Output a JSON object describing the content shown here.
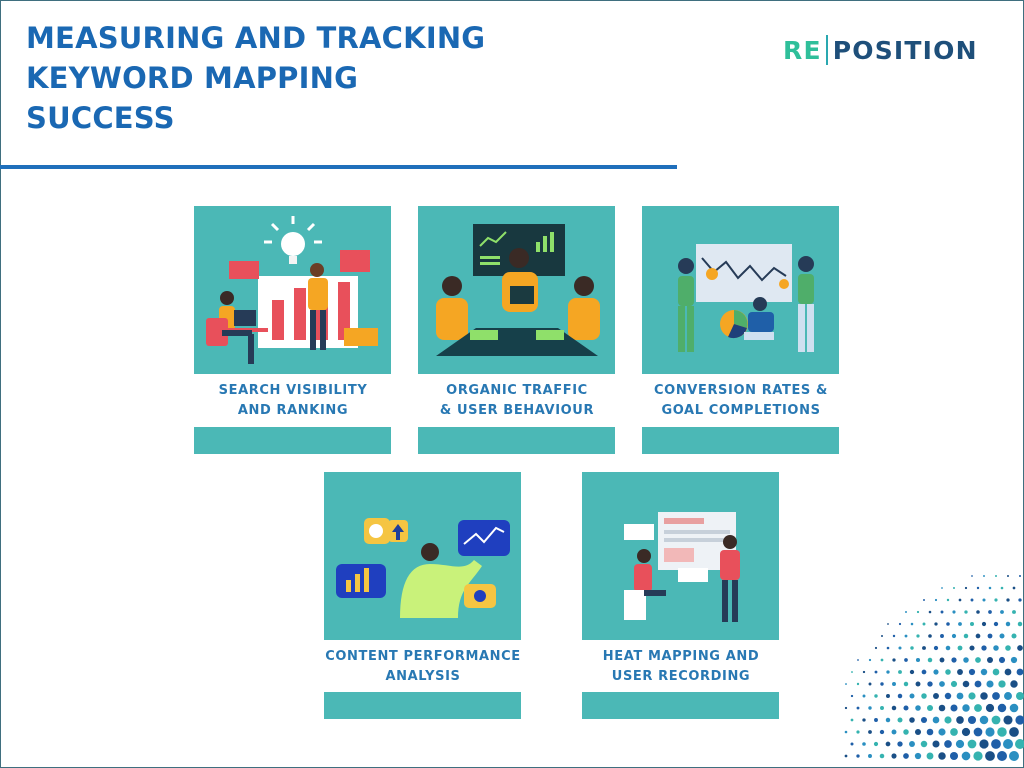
{
  "header": {
    "title_lines": [
      "MEASURING AND TRACKING",
      "KEYWORD MAPPING",
      "SUCCESS"
    ]
  },
  "logo": {
    "part1": "RE",
    "part2": "POSITION"
  },
  "cards": [
    {
      "label_lines": [
        "SEARCH VISIBILITY",
        "AND RANKING"
      ]
    },
    {
      "label_lines": [
        "ORGANIC TRAFFIC",
        "& USER BEHAVIOUR"
      ]
    },
    {
      "label_lines": [
        "CONVERSION RATES &",
        "GOAL COMPLETIONS"
      ]
    },
    {
      "label_lines": [
        "CONTENT PERFORMANCE",
        "ANALYSIS"
      ]
    },
    {
      "label_lines": [
        "HEAT MAPPING AND",
        "USER RECORDING"
      ]
    }
  ],
  "colors": {
    "title": "#1a68b3",
    "rule": "#1f6fbb",
    "card_bg": "#4bb8b6",
    "label": "#2878b3",
    "logo_re": "#2fbf9a",
    "logo_position": "#1e4f7a"
  }
}
